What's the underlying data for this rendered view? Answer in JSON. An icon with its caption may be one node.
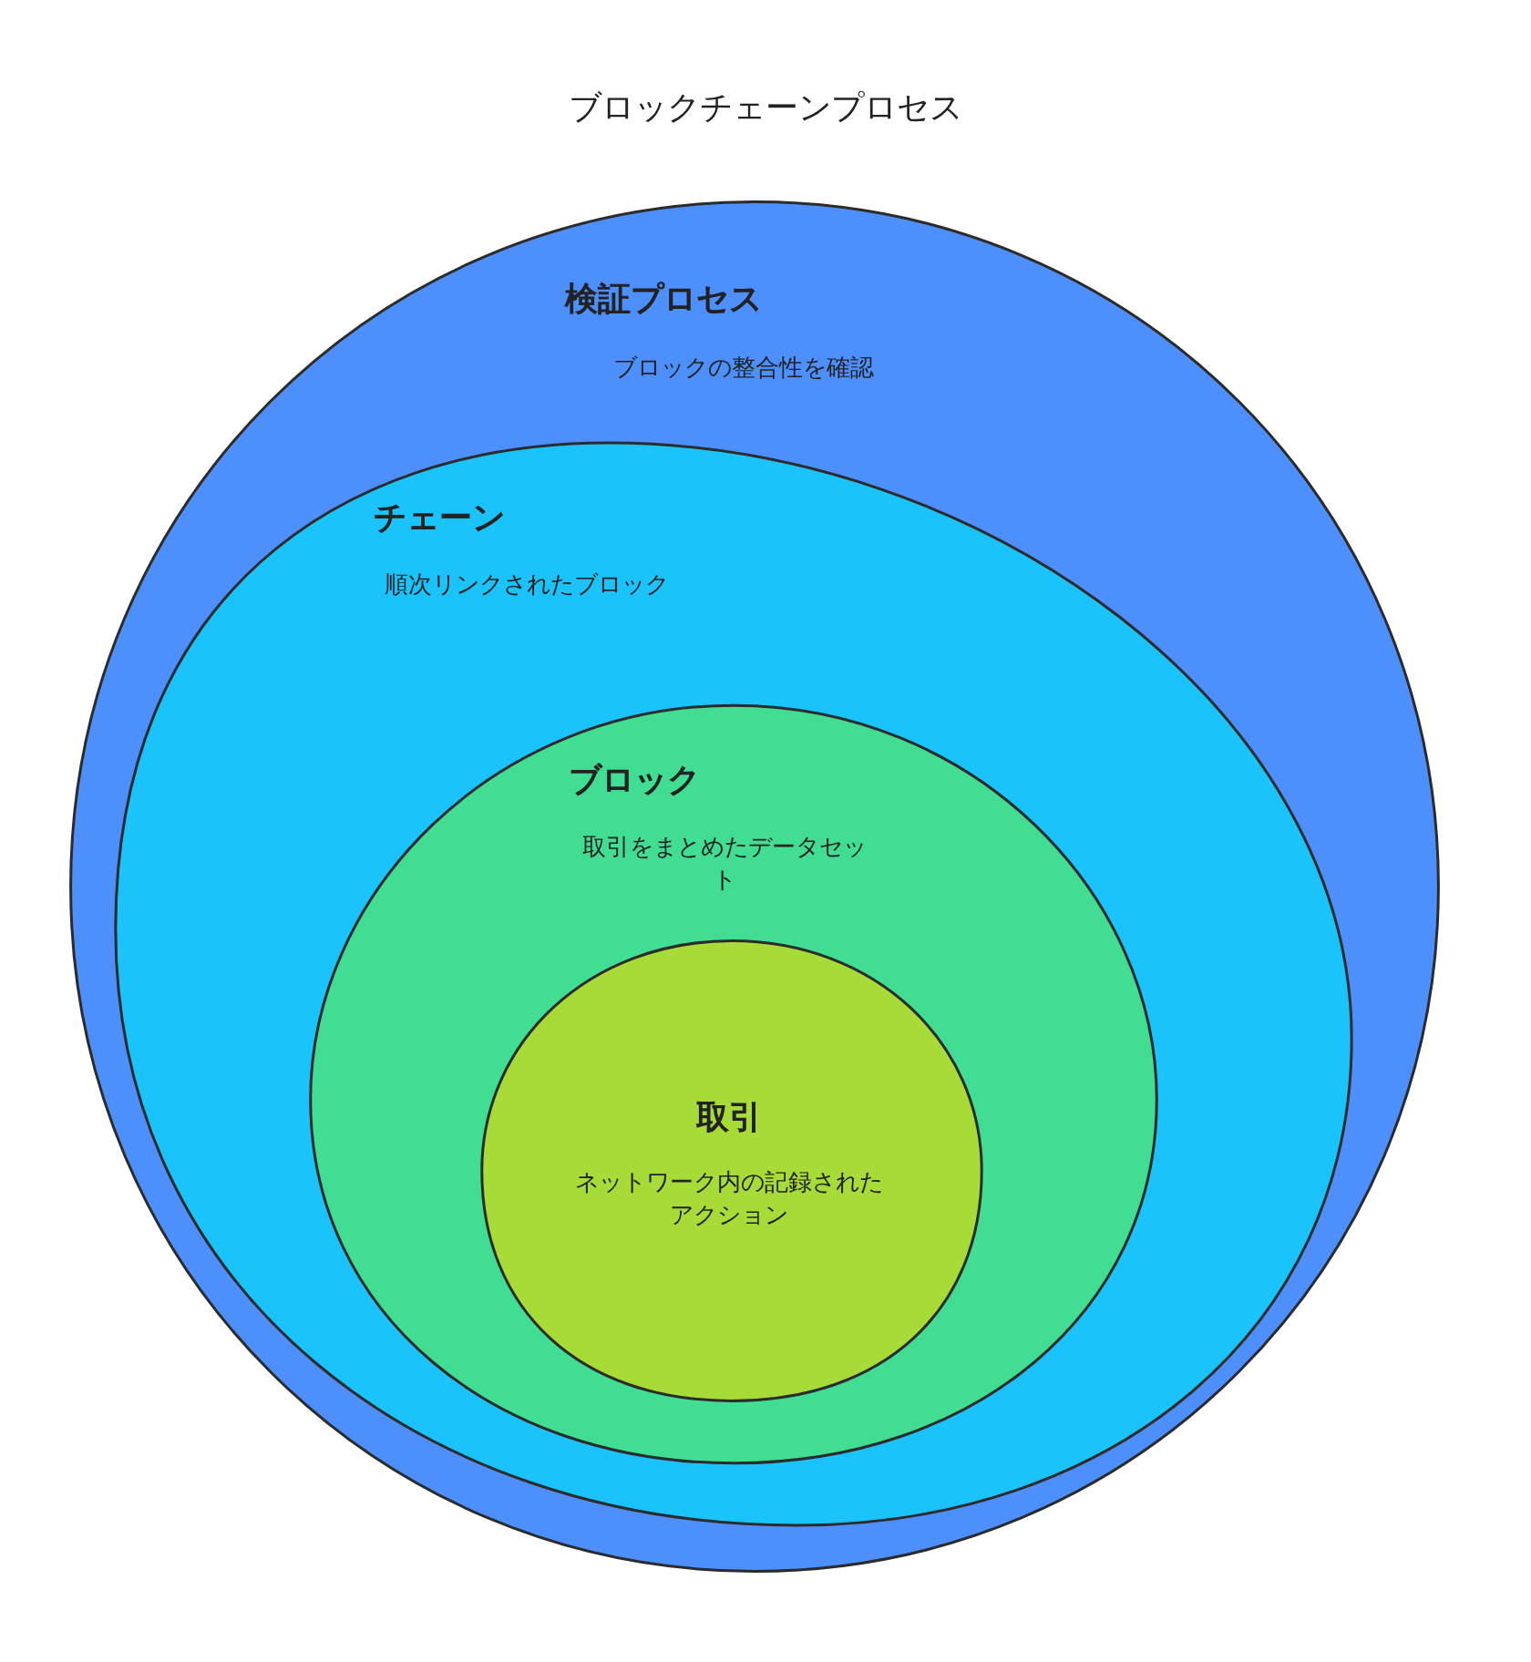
{
  "diagram": {
    "title": "ブロックチェーンプロセス",
    "nodes": [
      {
        "text": [
          "検証プロセス",
          "ブロックの整合性を確認"
        ]
      },
      {
        "text": [
          "チェーン",
          "順次リンクされたブロック"
        ],
        "in": 0
      },
      {
        "text": [
          "ブロック",
          "取引をまとめたデータセット"
        ],
        "in": 1
      },
      {
        "text": [
          "取引",
          "ネットワーク内の記録されたアクション"
        ],
        "in": 2
      }
    ]
  }
}
